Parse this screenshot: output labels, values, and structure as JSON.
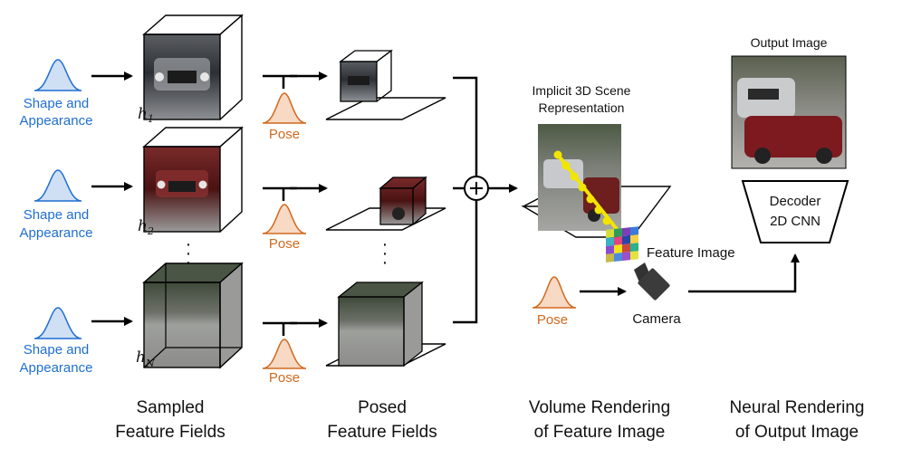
{
  "rows": [
    {
      "input_label_1": "Shape and",
      "input_label_2": "Appearance",
      "latent": "h",
      "latent_sub": "1",
      "pose_label": "Pose"
    },
    {
      "input_label_1": "Shape and",
      "input_label_2": "Appearance",
      "latent": "h",
      "latent_sub": "2",
      "pose_label": "Pose"
    },
    {
      "input_label_1": "Shape and",
      "input_label_2": "Appearance",
      "latent": "h",
      "latent_sub": "N",
      "pose_label": "Pose"
    }
  ],
  "ellipsis": "·\n·\n·",
  "scene": {
    "title_1": "Implicit 3D Scene",
    "title_2": "Representation",
    "feature_image_label": "Feature Image",
    "camera_label": "Camera",
    "pose_label": "Pose"
  },
  "output": {
    "title": "Output Image",
    "decoder_1": "Decoder",
    "decoder_2": "2D CNN"
  },
  "stages": [
    {
      "line1": "Sampled",
      "line2": "Feature Fields"
    },
    {
      "line1": "Posed",
      "line2": "Feature Fields"
    },
    {
      "line1": "Volume Rendering",
      "line2": "of Feature Image"
    },
    {
      "line1": "Neural Rendering",
      "line2": "of Output Image"
    }
  ],
  "colors": {
    "input_blue": "#1f6fd1",
    "pose_orange": "#d2691e",
    "gaussian_blue_fill": "#cfe0f5",
    "gaussian_orange_fill": "#f7d9c4",
    "ray_yellow": "#f2e600"
  },
  "icons": [
    "gaussian-curve-icon",
    "car-image",
    "cube-wireframe",
    "plus-circle-icon",
    "camera-icon",
    "feature-grid",
    "decoder-trapezoid"
  ]
}
